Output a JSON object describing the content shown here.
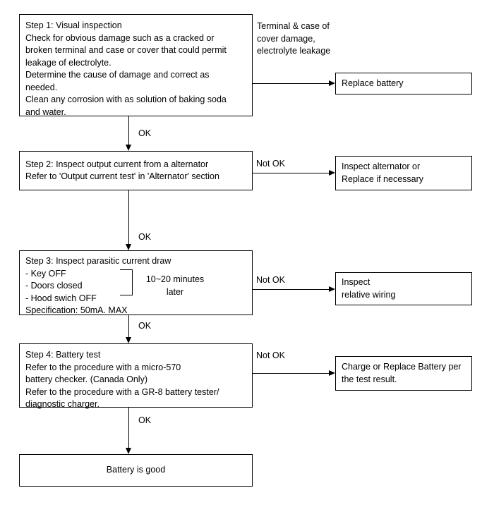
{
  "diagram": {
    "title": "Battery diagnosis flow chart",
    "line_color": "#000000",
    "background": "#ffffff"
  },
  "nodes": {
    "step1": "Step 1: Visual inspection\nCheck for obvious damage such as a cracked or\nbroken terminal and case or cover that could permit\nleakage of electrolyte.\nDetermine the cause of damage and correct as\nneeded.\nClean any corrosion with as solution of baking soda\nand water.",
    "step2": "Step 2: Inspect output current from a alternator\nRefer to 'Output current test' in 'Alternator' section",
    "step3_title": "Step 3: Inspect parasitic current draw",
    "step3_items": " - Key OFF\n - Doors closed\n - Hood swich OFF\n   Specification: 50mA. MAX",
    "step3_brace_text": "10~20 minutes\nlater",
    "step4": "Step 4: Battery test\nRefer to the procedure with a micro-570\nbattery checker. (Canada Only)\nRefer to the procedure with a GR-8 battery tester/\ndiagnostic charger.",
    "result_good": "Battery is good",
    "replace_battery": "Replace battery",
    "inspect_alternator": "Inspect alternator or\nReplace if necessary",
    "inspect_wiring": "Inspect\nrelative wiring",
    "charge_or_replace": "Charge or Replace Battery per\nthe test result."
  },
  "annotations": {
    "step1_condition": "Terminal  &  case of\ncover damage,\nelectrolyte leakage"
  },
  "edge_labels": {
    "ok1": "OK",
    "ok2": "OK",
    "ok3": "OK",
    "ok4": "OK",
    "not_ok2": "Not OK",
    "not_ok3": "Not OK",
    "not_ok4": "Not OK"
  }
}
